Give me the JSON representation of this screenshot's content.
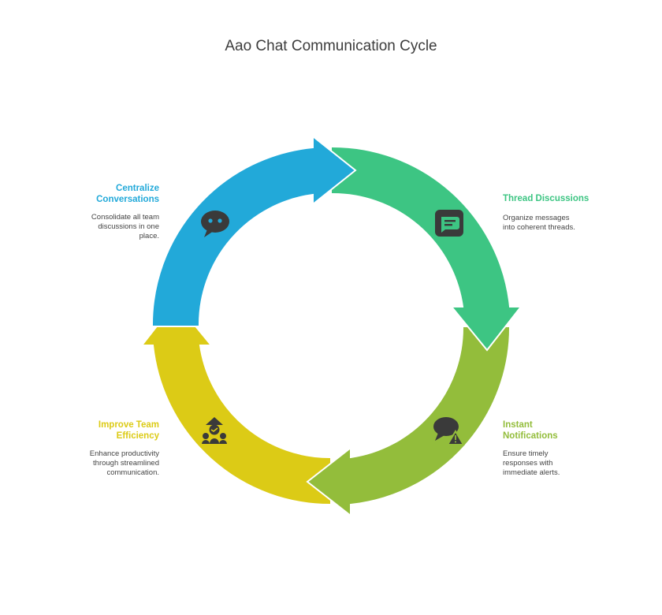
{
  "title": "Aao Chat Communication Cycle",
  "colors": {
    "blue": "#22a9d9",
    "green": "#3dc583",
    "lime": "#93bd3b",
    "yellow": "#dccb16",
    "icon": "#3a3a3a",
    "text": "#444444"
  },
  "steps": [
    {
      "label": "Centralize Conversations",
      "label_lines": [
        "Centralize",
        "Conversations"
      ],
      "desc_lines": [
        "Consolidate all team",
        "discussions in one",
        "place."
      ],
      "icon": "chat-bubble-icon",
      "color": "#22a9d9"
    },
    {
      "label": "Thread Discussions",
      "label_lines": [
        "Thread Discussions"
      ],
      "desc_lines": [
        "Organize messages",
        "into coherent threads."
      ],
      "icon": "message-thread-icon",
      "color": "#3dc583"
    },
    {
      "label": "Instant Notifications",
      "label_lines": [
        "Instant",
        "Notifications"
      ],
      "desc_lines": [
        "Ensure timely",
        "responses with",
        "immediate alerts."
      ],
      "icon": "alert-chat-icon",
      "color": "#93bd3b"
    },
    {
      "label": "Improve Team Efficiency",
      "label_lines": [
        "Improve Team",
        "Efficiency"
      ],
      "desc_lines": [
        "Enhance productivity",
        "through streamlined",
        "communication."
      ],
      "icon": "team-growth-icon",
      "color": "#dccb16"
    }
  ]
}
